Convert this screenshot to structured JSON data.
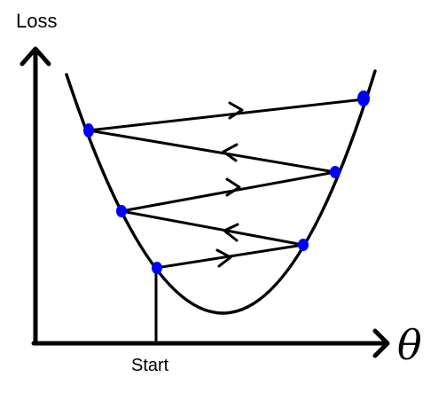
{
  "diagram": {
    "y_axis_label": "Loss",
    "x_axis_label": "θ",
    "start_label": "Start",
    "colors": {
      "line": "#000000",
      "point": "#0000ff",
      "background": "#ffffff"
    },
    "steps": [
      {
        "from": 1,
        "to": 2,
        "direction": "right"
      },
      {
        "from": 2,
        "to": 3,
        "direction": "left"
      },
      {
        "from": 3,
        "to": 4,
        "direction": "right"
      },
      {
        "from": 4,
        "to": 5,
        "direction": "left"
      },
      {
        "from": 5,
        "to": 6,
        "direction": "right"
      }
    ]
  }
}
